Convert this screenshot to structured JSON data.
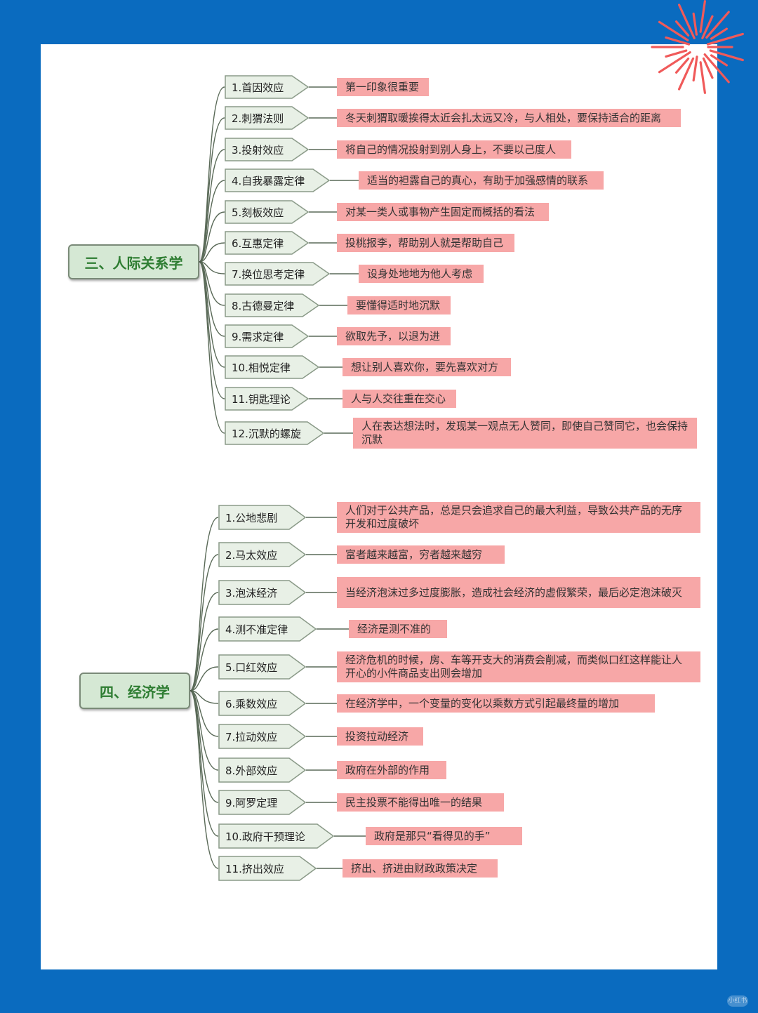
{
  "colors": {
    "background": "#0a6bbf",
    "card": "#ffffff",
    "root_fill": "#d5e8d4",
    "node_fill": "#e8f0e6",
    "description_fill": "#f7a7a7",
    "connector": "#5a6a58",
    "firework": "#f05a5a"
  },
  "sections": [
    {
      "title": "三、人际关系学",
      "items": [
        {
          "label": "1.首因效应",
          "description": "第一印象很重要"
        },
        {
          "label": "2.刺猬法则",
          "description": "冬天刺猬取暖挨得太近会扎太远又冷，与人相处，要保持适合的距离"
        },
        {
          "label": "3.投射效应",
          "description": "将自己的情况投射到别人身上，不要以己度人"
        },
        {
          "label": "4.自我暴露定律",
          "description": "适当的袒露自己的真心，有助于加强感情的联系"
        },
        {
          "label": "5.刻板效应",
          "description": "对某一类人或事物产生固定而概括的看法"
        },
        {
          "label": "6.互惠定律",
          "description": "投桃报李，帮助别人就是帮助自己"
        },
        {
          "label": "7.换位思考定律",
          "description": "设身处地地为他人考虑"
        },
        {
          "label": "8.古德曼定律",
          "description": "要懂得适时地沉默"
        },
        {
          "label": "9.需求定律",
          "description": "欲取先予，以退为进"
        },
        {
          "label": "10.相悦定律",
          "description": "想让别人喜欢你，要先喜欢对方"
        },
        {
          "label": "11.钥匙理论",
          "description": "人与人交往重在交心"
        },
        {
          "label": "12.沉默的螺旋",
          "description": "人在表达想法时，发现某一观点无人赞同，即使自己赞同它，也会保持沉默"
        }
      ]
    },
    {
      "title": "四、经济学",
      "items": [
        {
          "label": "1.公地悲剧",
          "description": "人们对于公共产品，总是只会追求自己的最大利益，导致公共产品的无序开发和过度破坏"
        },
        {
          "label": "2.马太效应",
          "description": "富者越来越富，穷者越来越穷"
        },
        {
          "label": "3.泡沫经济",
          "description": "当经济泡沫过多过度膨胀，造成社会经济的虚假繁荣，最后必定泡沫破灭"
        },
        {
          "label": "4.测不准定律",
          "description": "经济是测不准的"
        },
        {
          "label": "5.口红效应",
          "description": "经济危机的时候，房、车等开支大的消费会削减，而类似口红这样能让人开心的小件商品支出则会增加"
        },
        {
          "label": "6.乘数效应",
          "description": "在经济学中，一个变量的变化以乘数方式引起最终量的增加"
        },
        {
          "label": "7.拉动效应",
          "description": "投资拉动经济"
        },
        {
          "label": "8.外部效应",
          "description": "政府在外部的作用"
        },
        {
          "label": "9.阿罗定理",
          "description": "民主投票不能得出唯一的结果"
        },
        {
          "label": "10.政府干预理论",
          "description": "政府是那只“看得见的手”"
        },
        {
          "label": "11.挤出效应",
          "description": "挤出、挤进由财政政策决定"
        }
      ]
    }
  ],
  "watermark": "小红书"
}
